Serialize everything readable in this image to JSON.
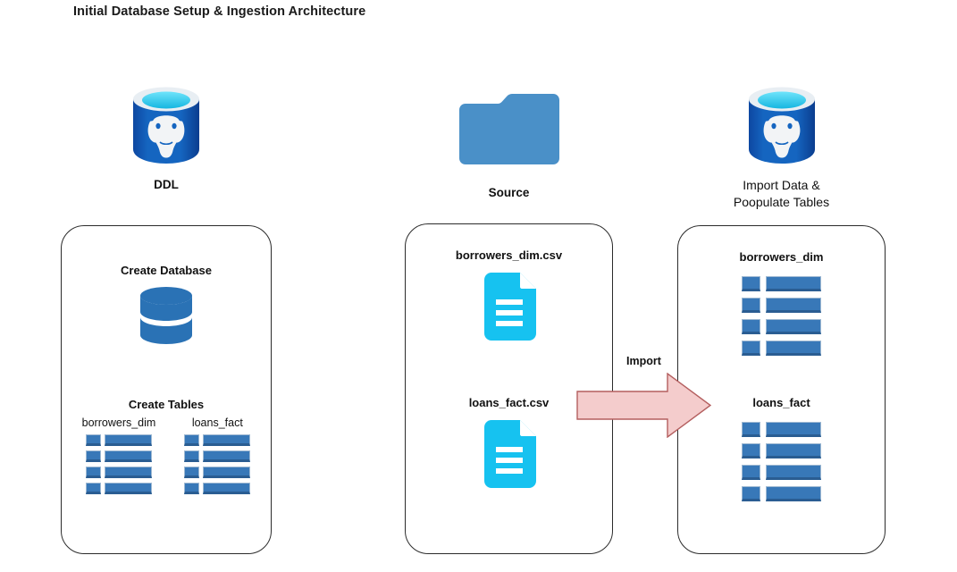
{
  "title": "Initial Database Setup & Ingestion Architecture",
  "columns": {
    "ddl": {
      "icon": "postgresql-cylinder-icon",
      "caption": "DDL",
      "blocks": {
        "create_database": {
          "label": "Create Database",
          "icon": "database-cylinder-icon"
        },
        "create_tables": {
          "label": "Create Tables",
          "tables": [
            {
              "name": "borrowers_dim",
              "icon": "table-grid-icon",
              "rows": 4
            },
            {
              "name": "loans_fact",
              "icon": "table-grid-icon",
              "rows": 4
            }
          ]
        }
      }
    },
    "source": {
      "icon": "folder-icon",
      "caption": "Source",
      "files": [
        {
          "name": "borrowers_dim.csv",
          "icon": "csv-document-icon"
        },
        {
          "name": "loans_fact.csv",
          "icon": "csv-document-icon"
        }
      ]
    },
    "target": {
      "icon": "postgresql-cylinder-icon",
      "caption_line1": "Import Data &",
      "caption_line2": "Poopulate Tables",
      "tables": [
        {
          "name": "borrowers_dim",
          "icon": "table-grid-icon",
          "rows": 4
        },
        {
          "name": "loans_fact",
          "icon": "table-grid-icon",
          "rows": 4
        }
      ]
    }
  },
  "connector": {
    "label": "Import",
    "icon": "right-arrow-icon",
    "fill": "#f4cccc",
    "stroke": "#b45f5f"
  },
  "colors": {
    "postgres_blue": "#1565c0",
    "postgres_blue_dark": "#0d47a1",
    "postgres_cyan": "#4fd8f5",
    "folder_blue": "#4a90c8",
    "db_blue": "#2a72b5",
    "table_blue": "#3878b8",
    "table_blue_dark": "#2a5d92",
    "csv_cyan": "#16c2f0",
    "panel_border": "#2b2b2b",
    "text": "#111111",
    "background": "#ffffff"
  }
}
